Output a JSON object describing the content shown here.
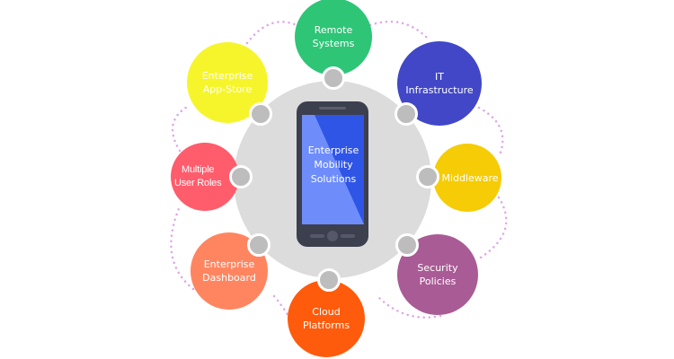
{
  "center": {
    "label_lines": [
      "Enterprise",
      "Mobility",
      "Solutions"
    ]
  },
  "nodes": [
    {
      "id": "remote-systems",
      "lines": [
        "Remote",
        "Systems"
      ],
      "color": "#2ec577"
    },
    {
      "id": "it-infrastructure",
      "lines": [
        "IT",
        "Infrastructure"
      ],
      "color": "#4147c7"
    },
    {
      "id": "middleware",
      "lines": [
        "Middleware"
      ],
      "color": "#f5cc05"
    },
    {
      "id": "security-policies",
      "lines": [
        "Security",
        "Policies"
      ],
      "color": "#a95b95"
    },
    {
      "id": "cloud-platforms",
      "lines": [
        "Cloud",
        "Platforms"
      ],
      "color": "#ff5b0c"
    },
    {
      "id": "enterprise-dashboard",
      "lines": [
        "Enterprise",
        "Dashboard"
      ],
      "color": "#ff8560"
    },
    {
      "id": "multiple-user-roles",
      "lines": [
        "Multiple",
        "User Roles"
      ],
      "color": "#ff5c6c"
    },
    {
      "id": "enterprise-app-store",
      "lines": [
        "Enterprise",
        "App-Store"
      ],
      "color": "#f6f52c"
    }
  ],
  "colors": {
    "hub": "#dcdcdc",
    "connector": "#bdbdbd",
    "dotted_line": "#dfa6ea",
    "phone_body": "#3c3f4e",
    "screen": "#2f55e6",
    "screen_light": "#6e8dfb"
  }
}
